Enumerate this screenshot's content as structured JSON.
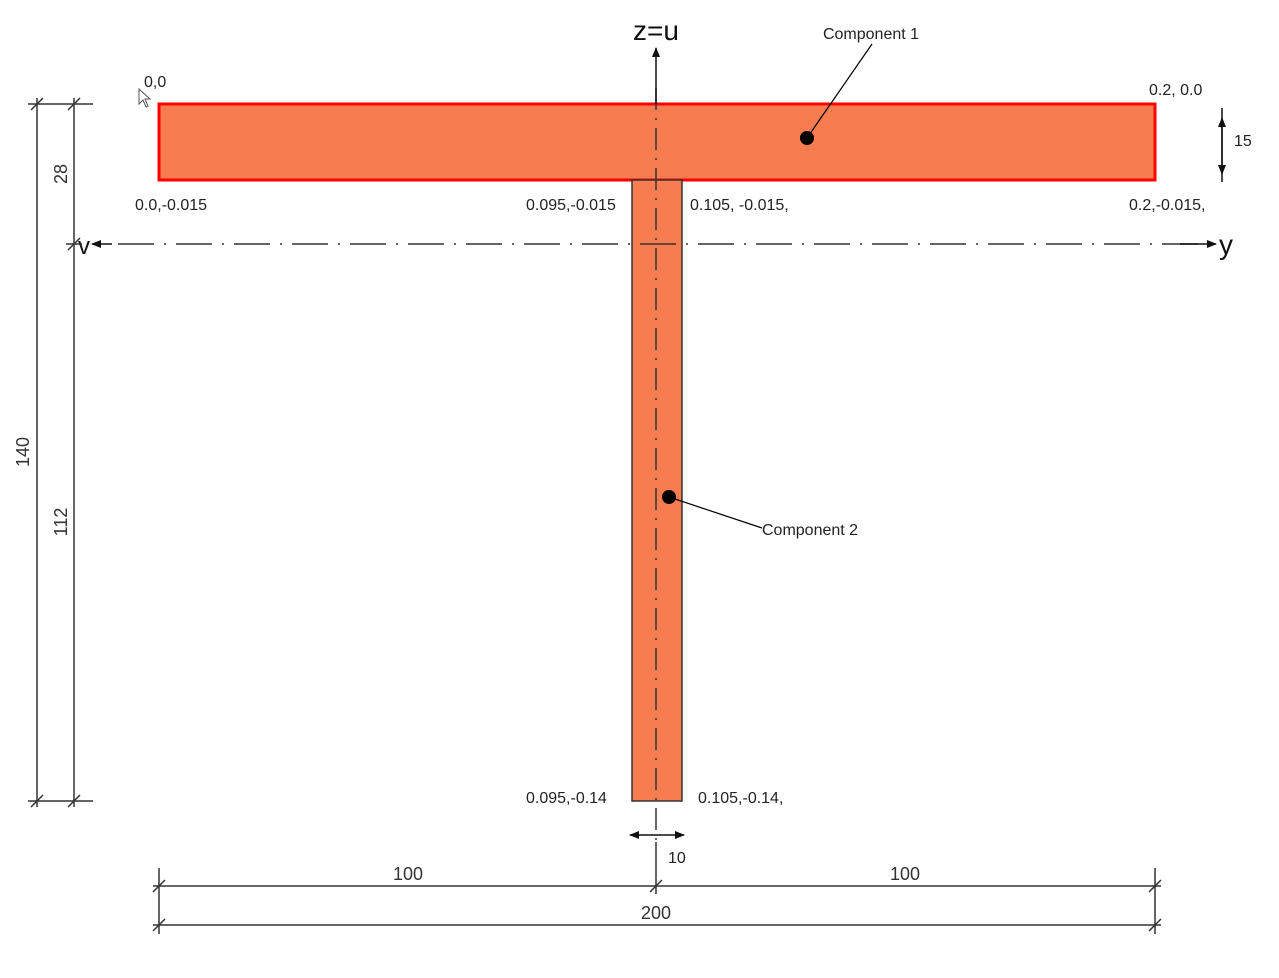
{
  "axes": {
    "vertical_label": "z=u",
    "horizontal_right_label": "y",
    "horizontal_left_label": "v"
  },
  "components": {
    "flange_label": "Component 1",
    "web_label": "Component 2",
    "fill_color": "#f77c50",
    "flange_border_color": "#ff0000",
    "web_border_color": "#333333"
  },
  "coordinates": {
    "top_left": "0,0",
    "top_right": "0.2, 0.0",
    "flange_bottom_left": "0.0,-0.015",
    "flange_bottom_right": "0.2,-0.015,",
    "web_top_left": "0.095,-0.015",
    "web_top_right": "0.105, -0.015,",
    "web_bottom_left": "0.095,-0.14",
    "web_bottom_right": "0.105,-0.14,"
  },
  "dimensions": {
    "flange_thickness": "15",
    "web_thickness": "10",
    "left_half_width": "100",
    "right_half_width": "100",
    "total_width": "200",
    "total_height": "140",
    "upper_height": "28",
    "lower_height": "112"
  }
}
